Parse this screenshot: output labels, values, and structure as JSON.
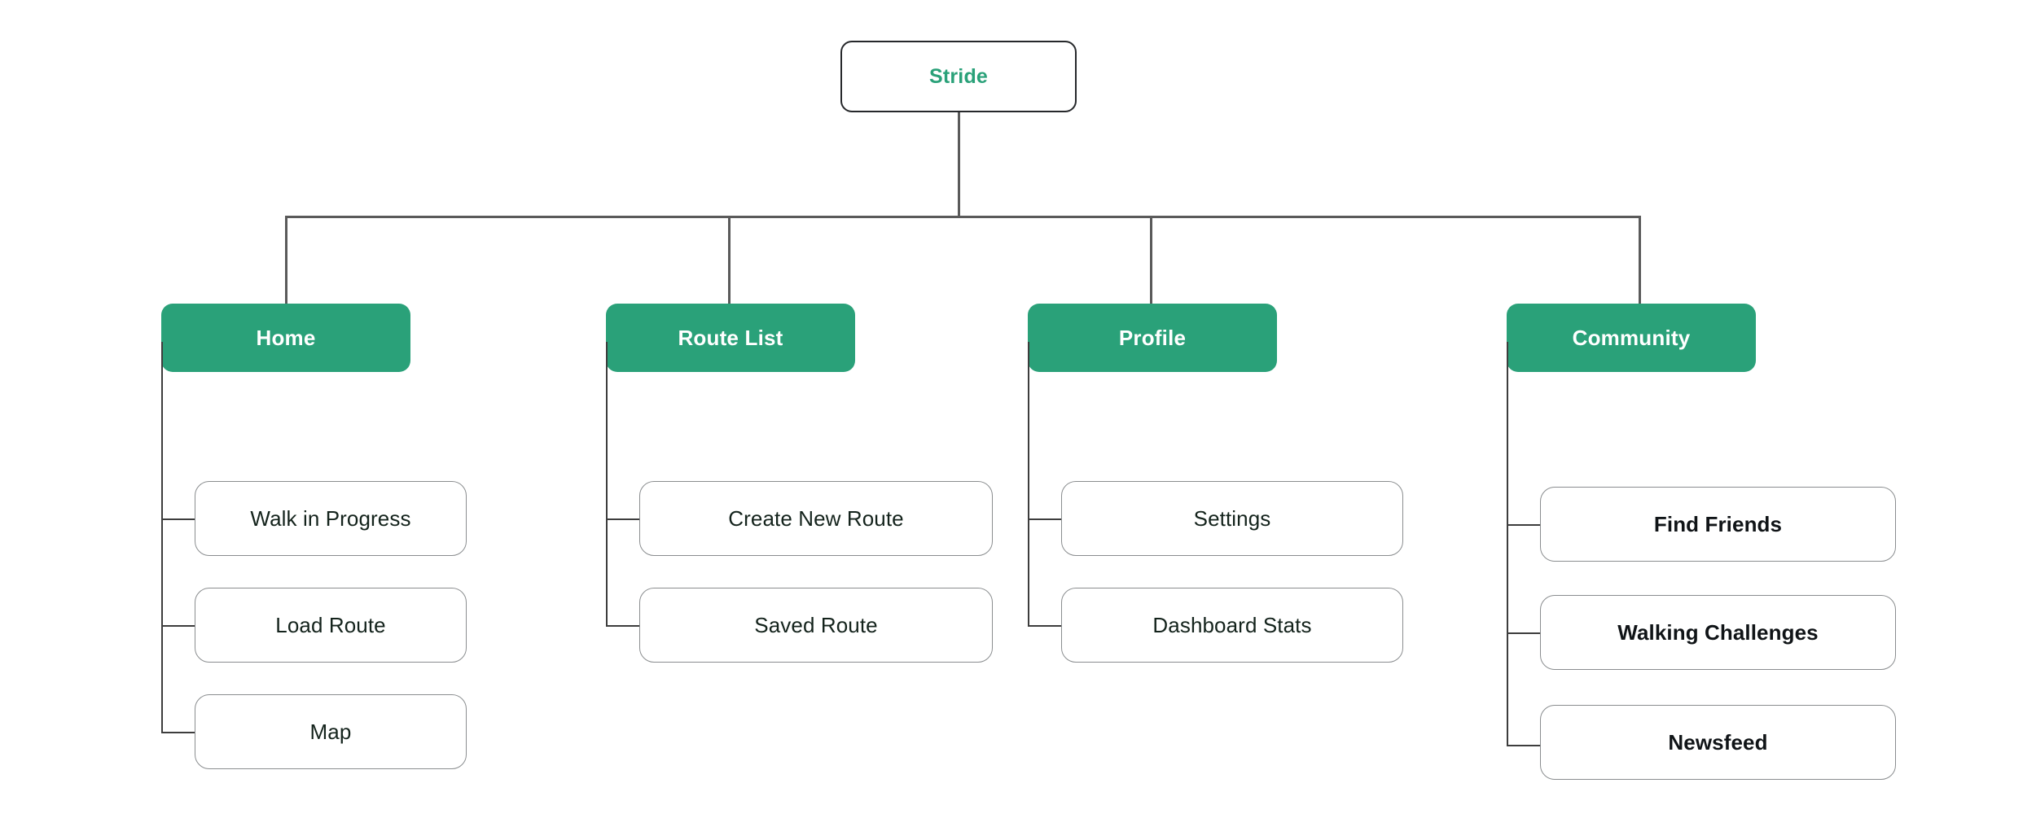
{
  "diagram": {
    "title": "Stride",
    "type": "sitemap-tree",
    "colors": {
      "section_fill": "#2aa179",
      "root_text": "#2aa179",
      "leaf_border": "#8a8d8f",
      "connector": "#5a5a5a",
      "background": "#ffffff"
    },
    "root": {
      "label": "Stride"
    },
    "sections": [
      {
        "label": "Home",
        "children": [
          {
            "label": "Walk in Progress"
          },
          {
            "label": "Load Route"
          },
          {
            "label": "Map"
          }
        ]
      },
      {
        "label": "Route List",
        "children": [
          {
            "label": "Create New Route"
          },
          {
            "label": "Saved Route"
          }
        ]
      },
      {
        "label": "Profile",
        "children": [
          {
            "label": "Settings"
          },
          {
            "label": "Dashboard Stats"
          }
        ]
      },
      {
        "label": "Community",
        "children": [
          {
            "label": "Find Friends"
          },
          {
            "label": "Walking Challenges"
          },
          {
            "label": "Newsfeed"
          }
        ]
      }
    ]
  }
}
